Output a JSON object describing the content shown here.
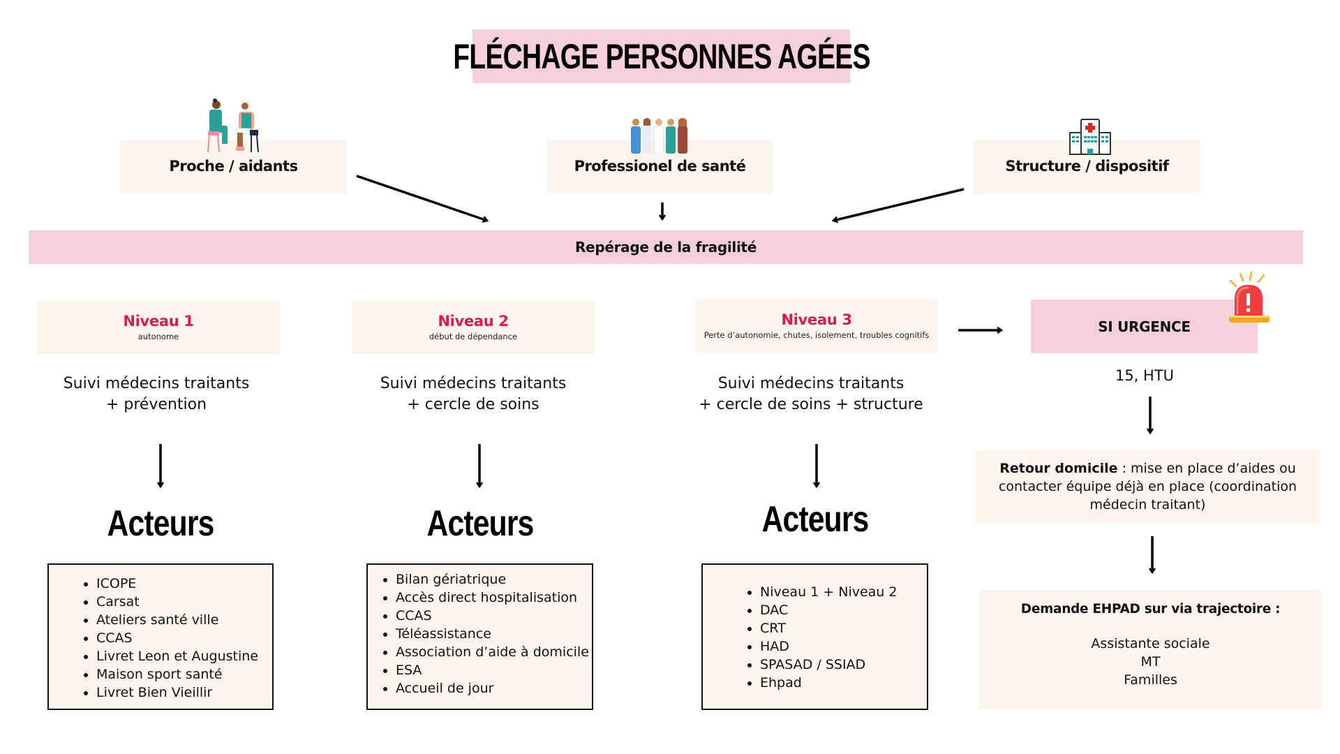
{
  "title": "FLÉCHAGE PERSONNES AGÉES",
  "sources": [
    {
      "label": "Proche / aidants",
      "icon": "caregiver-illustration-icon"
    },
    {
      "label": "Professionel de santé",
      "icon": "health-professionals-illustration-icon"
    },
    {
      "label": "Structure / dispositif",
      "icon": "hospital-building-icon"
    }
  ],
  "band": {
    "label": "Repérage de la fragilité"
  },
  "levels": [
    {
      "title": "Niveau 1",
      "subtitle": "autonome",
      "suivi_line1": "Suivi médecins traitants",
      "suivi_line2": "+ prévention",
      "actors_heading": "Acteurs",
      "actors": [
        "ICOPE",
        "Carsat",
        "Ateliers santé ville",
        "CCAS",
        "Livret Leon et Augustine",
        "Maison sport santé",
        "Livret Bien Vieillir"
      ]
    },
    {
      "title": "Niveau 2",
      "subtitle": "début de dépendance",
      "suivi_line1": "Suivi médecins traitants",
      "suivi_line2": "+ cercle de soins",
      "actors_heading": "Acteurs",
      "actors": [
        "Bilan gériatrique",
        "Accès direct hospitalisation",
        "CCAS",
        "Téléassistance",
        "Association d’aide à domicile",
        "ESA",
        "Accueil de jour"
      ]
    },
    {
      "title": "Niveau 3",
      "subtitle": "Perte d’autonomie, chutes, isolement, troubles cognitifs",
      "suivi_line1": "Suivi médecins traitants",
      "suivi_line2": "+ cercle de soins + structure",
      "actors_heading": "Acteurs",
      "actors": [
        "Niveau 1 + Niveau 2",
        "DAC",
        "CRT",
        "HAD",
        "SPASAD / SSIAD",
        "Ehpad"
      ]
    }
  ],
  "urgence": {
    "label": "SI URGENCE",
    "icon": "emergency-siren-icon",
    "note": "15, HTU",
    "retour_bold": "Retour domicile",
    "retour_text": " :  mise en place d’aides ou contacter équipe déjà en place (coordination médecin traitant)",
    "demande_title": "Demande EHPAD sur via trajectoire :",
    "demande_items": [
      "Assistante sociale",
      "MT",
      "Familles"
    ]
  },
  "colors": {
    "accent_pink": "#f6cfdc",
    "cream": "#fdf6ec",
    "level_title": "#d81b55"
  }
}
